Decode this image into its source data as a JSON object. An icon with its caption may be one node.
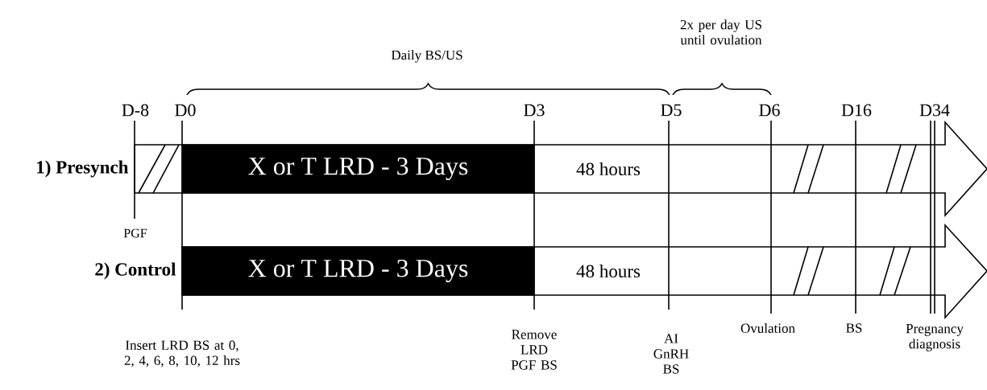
{
  "diagram": {
    "nodes": [
      {
        "text": [
          "1) Presynch",
          "48 hours"
        ]
      },
      {
        "text": [
          "X or T LRD - 3 Days"
        ],
        "in": 0
      },
      {
        "text": [
          "2) Control",
          "48 hours"
        ]
      },
      {
        "text": [
          "X or T LRD - 3 Days"
        ],
        "in": 2
      }
    ],
    "edges": [],
    "labels": [
      "Daily BS/US",
      "2x per day US until ovulation",
      "D-8",
      "D0",
      "D3",
      "D5",
      "D6",
      "D16",
      "D34",
      "PGF",
      "Insert LRD BS at 0, 2, 4, 6, 8, 10, 12 hrs",
      "Remove LRD PGF BS",
      "AI GnRH BS",
      "Ovulation",
      "BS",
      "Pregnancy diagnosis"
    ]
  }
}
